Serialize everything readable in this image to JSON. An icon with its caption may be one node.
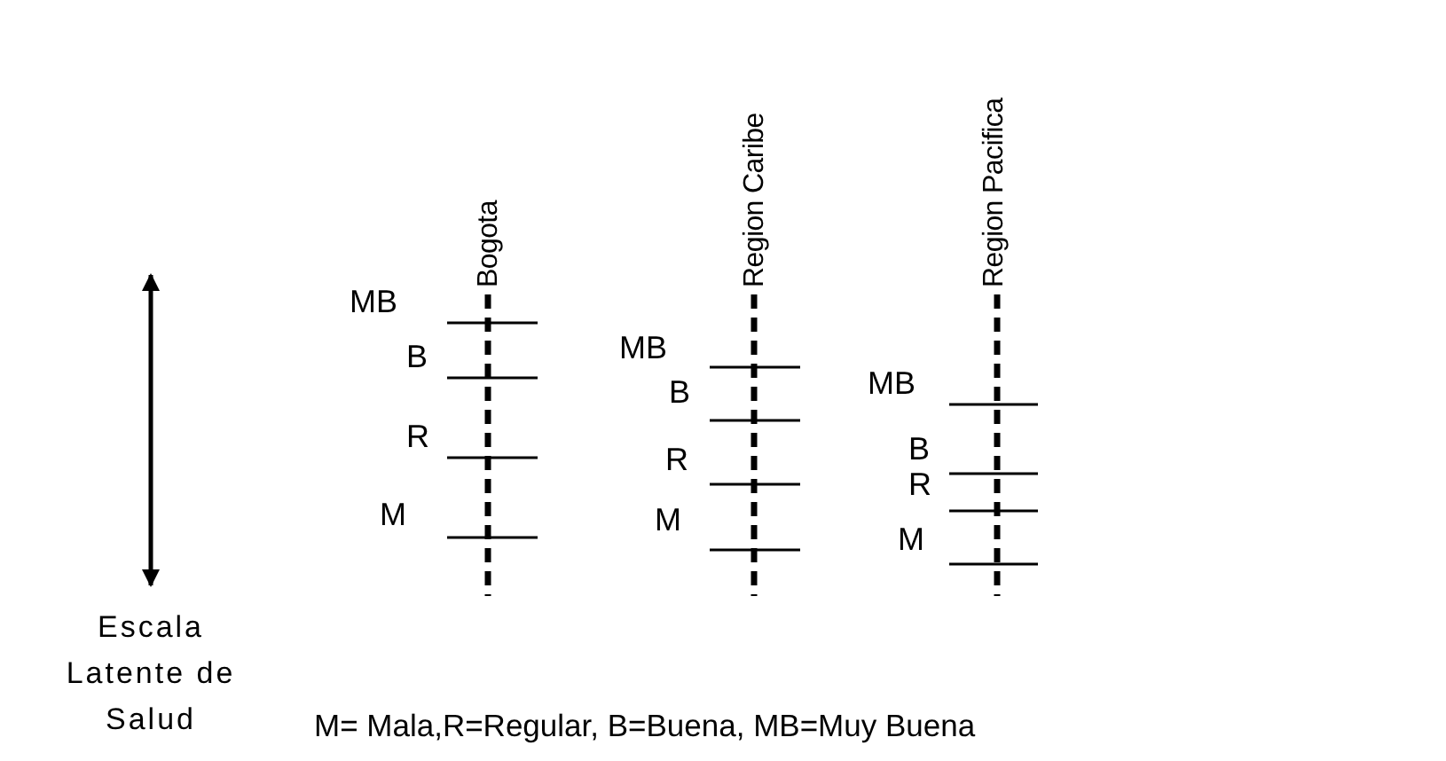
{
  "diagram": {
    "labels": [
      "Bogota",
      "Region Caribe",
      "Region Pacifica",
      "MB",
      "B",
      "R",
      "M",
      "MB",
      "B",
      "R",
      "M",
      "MB",
      "B",
      "R",
      "M",
      "Escala Latente de Salud",
      "M= Mala,R=Regular, B=Buena, MB=Muy Buena"
    ]
  }
}
